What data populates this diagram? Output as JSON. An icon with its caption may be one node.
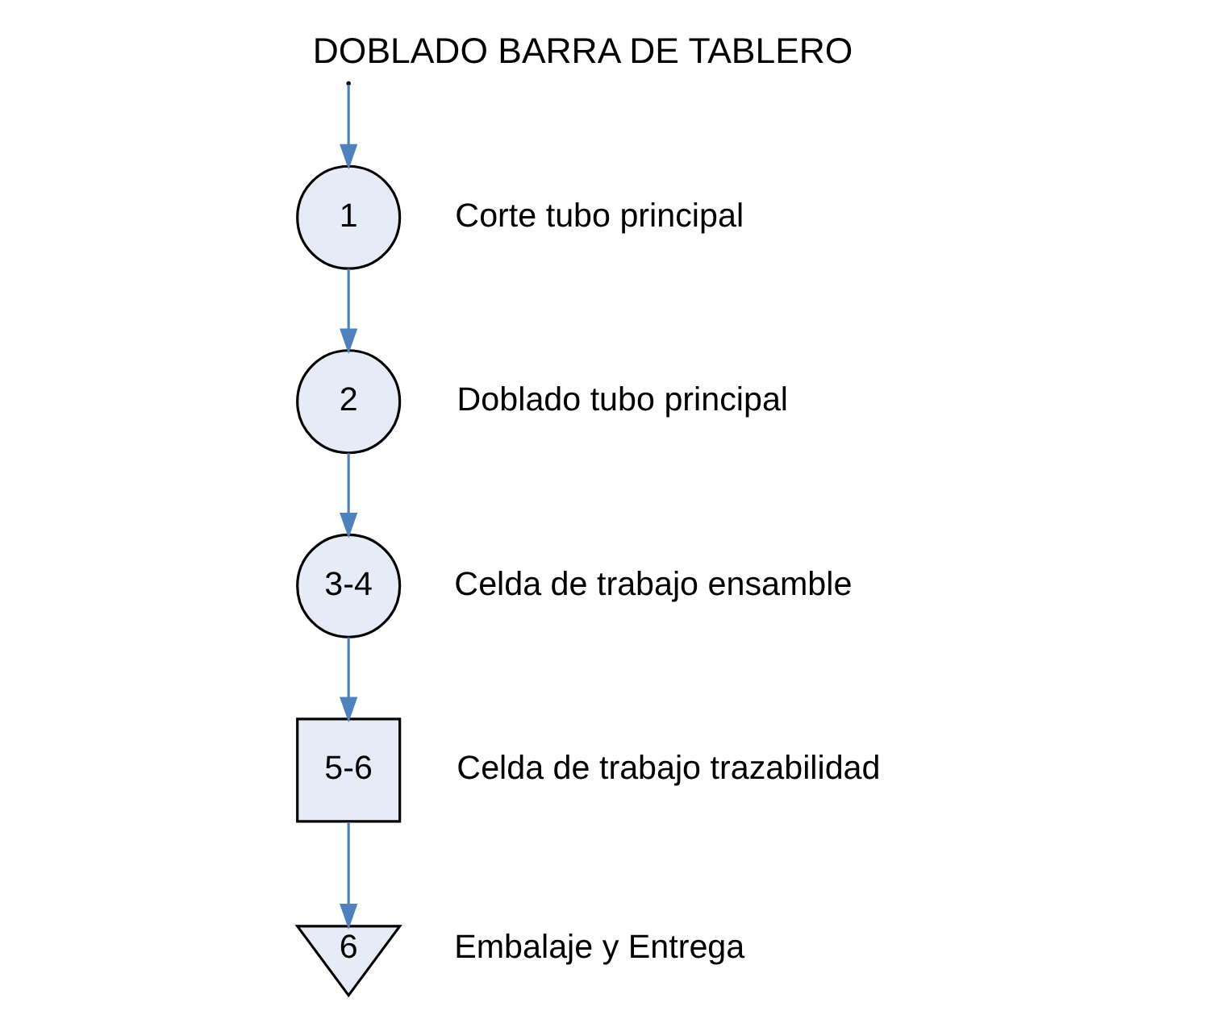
{
  "diagram": {
    "title": "DOBLADO BARRA DE TABLERO",
    "nodes": [
      {
        "text": [
          "1"
        ],
        "beside": [
          "Corte tubo principal"
        ]
      },
      {
        "text": [
          "2"
        ],
        "beside": [
          "Doblado tubo principal"
        ]
      },
      {
        "text": [
          "3-4"
        ],
        "beside": [
          "Celda de trabajo ensamble"
        ]
      },
      {
        "text": [
          "5-6"
        ],
        "beside": [
          "Celda de trabajo trazabilidad"
        ]
      },
      {
        "text": [
          "6"
        ],
        "beside": [
          "Embalaje y Entrega"
        ]
      }
    ],
    "edges": [
      {
        "from": null,
        "to": 0,
        "arrow": "to"
      },
      {
        "from": 0,
        "to": 1,
        "arrow": "to"
      },
      {
        "from": 1,
        "to": 2,
        "arrow": "to"
      },
      {
        "from": 2,
        "to": 3,
        "arrow": "to"
      },
      {
        "from": 3,
        "to": 4,
        "arrow": "to"
      }
    ]
  }
}
